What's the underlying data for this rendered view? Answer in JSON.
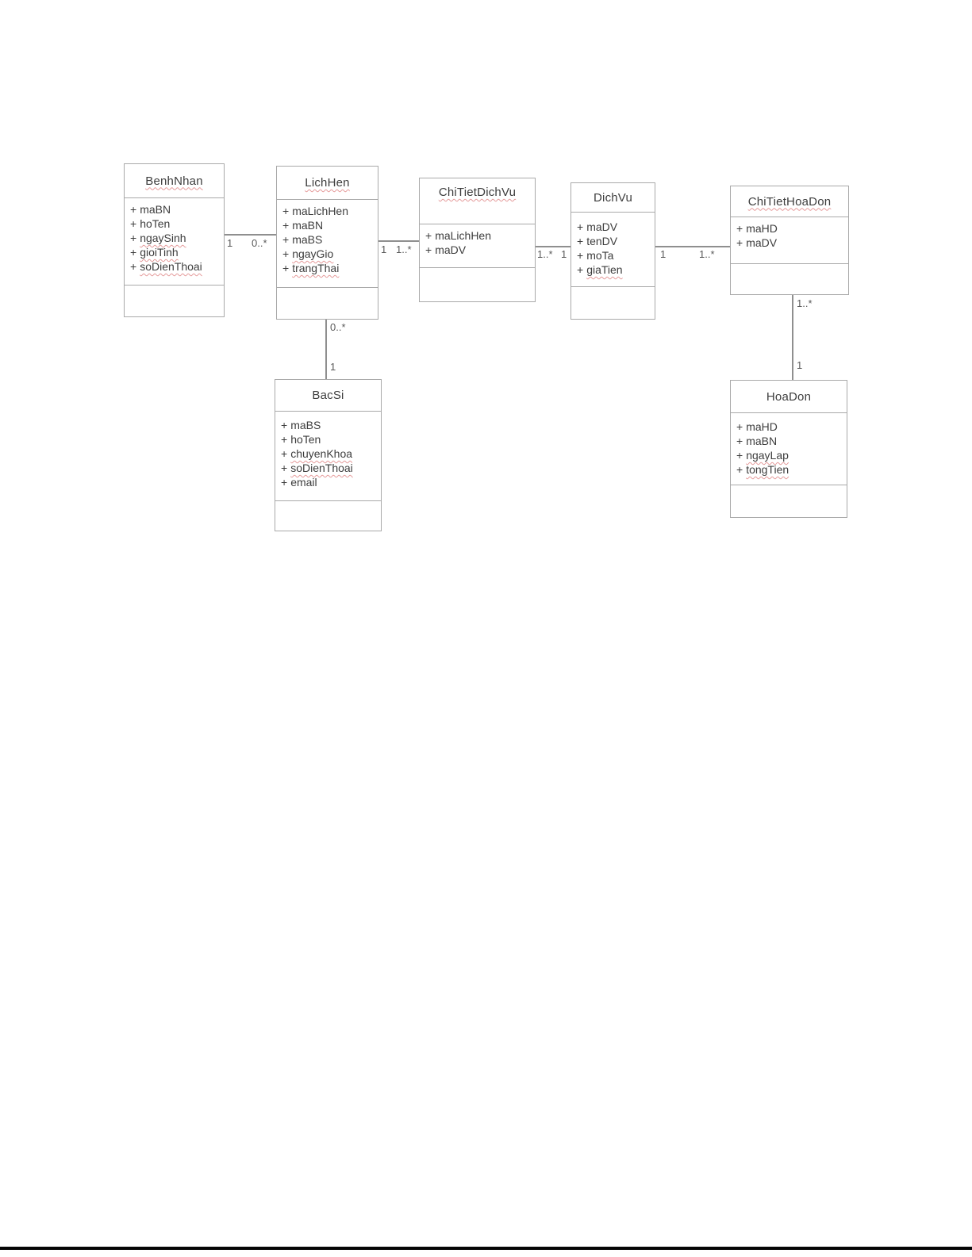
{
  "diagram": {
    "classes": [
      {
        "name": "BenhNhan",
        "attributes": [
          {
            "visibility": "+",
            "name": "maBN"
          },
          {
            "visibility": "+",
            "name": "hoTen"
          },
          {
            "visibility": "+",
            "name": "ngaySinh"
          },
          {
            "visibility": "+",
            "name": "gioiTinh"
          },
          {
            "visibility": "+",
            "name": "soDienThoai"
          }
        ]
      },
      {
        "name": "LichHen",
        "attributes": [
          {
            "visibility": "+",
            "name": "maLichHen"
          },
          {
            "visibility": "+",
            "name": "maBN"
          },
          {
            "visibility": "+",
            "name": "maBS"
          },
          {
            "visibility": "+",
            "name": "ngayGio"
          },
          {
            "visibility": "+",
            "name": "trangThai"
          }
        ]
      },
      {
        "name": "ChiTietDichVu",
        "attributes": [
          {
            "visibility": "+",
            "name": "maLichHen"
          },
          {
            "visibility": "+",
            "name": "maDV"
          }
        ]
      },
      {
        "name": "DichVu",
        "attributes": [
          {
            "visibility": "+",
            "name": "maDV"
          },
          {
            "visibility": "+",
            "name": "tenDV"
          },
          {
            "visibility": "+",
            "name": "moTa"
          },
          {
            "visibility": "+",
            "name": "giaTien"
          }
        ]
      },
      {
        "name": "ChiTietHoaDon",
        "attributes": [
          {
            "visibility": "+",
            "name": "maHD"
          },
          {
            "visibility": "+",
            "name": "maDV"
          }
        ]
      },
      {
        "name": "BacSi",
        "attributes": [
          {
            "visibility": "+",
            "name": "maBS"
          },
          {
            "visibility": "+",
            "name": "hoTen"
          },
          {
            "visibility": "+",
            "name": "chuyenKhoa"
          },
          {
            "visibility": "+",
            "name": "soDienThoai"
          },
          {
            "visibility": "+",
            "name": "email"
          }
        ]
      },
      {
        "name": "HoaDon",
        "attributes": [
          {
            "visibility": "+",
            "name": "maHD"
          },
          {
            "visibility": "+",
            "name": "maBN"
          },
          {
            "visibility": "+",
            "name": "ngayLap"
          },
          {
            "visibility": "+",
            "name": "tongTien"
          }
        ]
      }
    ],
    "associations": [
      {
        "from": "BenhNhan",
        "to": "LichHen",
        "from_multiplicity": "1",
        "to_multiplicity": "0..*"
      },
      {
        "from": "LichHen",
        "to": "ChiTietDichVu",
        "from_multiplicity": "1",
        "to_multiplicity": "1..*"
      },
      {
        "from": "ChiTietDichVu",
        "to": "DichVu",
        "from_multiplicity": "1..*",
        "to_multiplicity": "1"
      },
      {
        "from": "DichVu",
        "to": "ChiTietHoaDon",
        "from_multiplicity": "1",
        "to_multiplicity": "1..*"
      },
      {
        "from": "LichHen",
        "to": "BacSi",
        "from_multiplicity": "0..*",
        "to_multiplicity": "1"
      },
      {
        "from": "ChiTietHoaDon",
        "to": "HoaDon",
        "from_multiplicity": "1..*",
        "to_multiplicity": "1"
      }
    ]
  }
}
